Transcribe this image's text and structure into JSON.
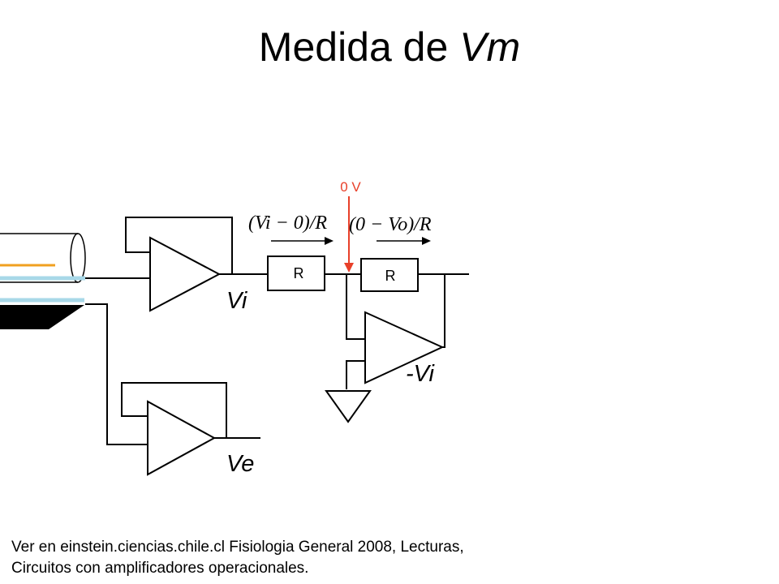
{
  "title": {
    "prefix": "Medida de ",
    "emphasis": "Vm"
  },
  "circuit": {
    "zero_label": "0 V",
    "resistor_1": "R",
    "resistor_2": "R",
    "current_1": "(Vi − 0)/R",
    "current_2": "(0 − Vo)/R",
    "output_vi": "Vi",
    "output_neg_vi": "-Vi",
    "output_ve": "Ve",
    "zero_color": "#e8402a"
  },
  "footer": {
    "line1": "Ver en einstein.ciencias.chile.cl  Fisiologia General 2008, Lecturas,",
    "line2": "Circuitos con amplificadores operacionales."
  }
}
